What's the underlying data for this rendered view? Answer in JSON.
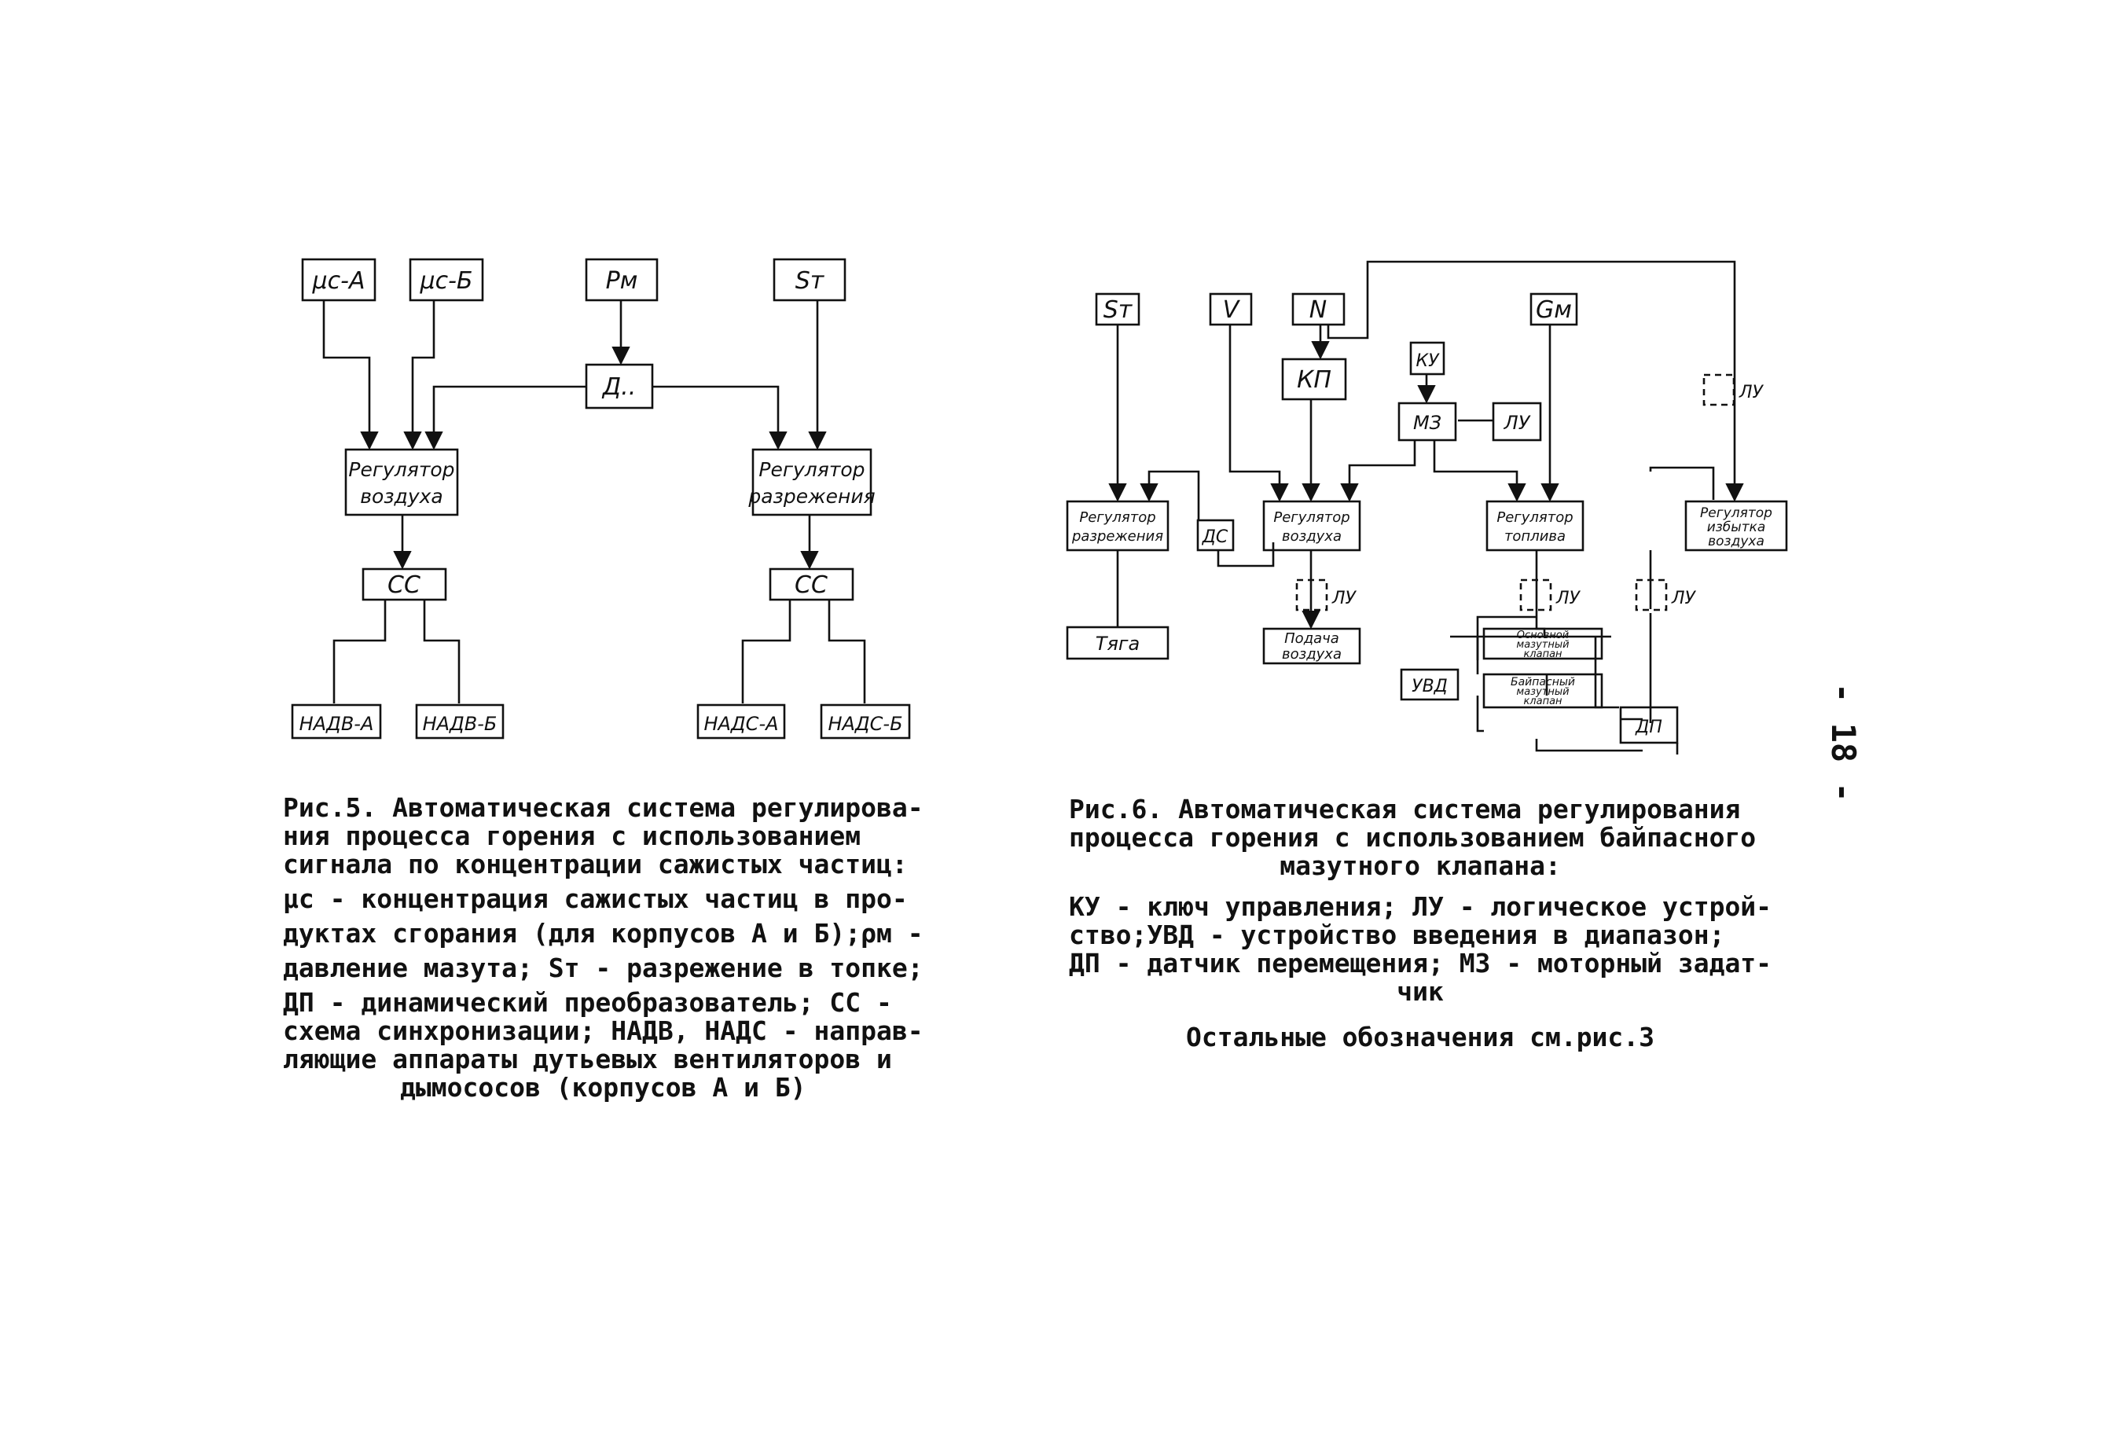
{
  "fig5": {
    "blocks": {
      "mu_a": "μс-А",
      "mu_b": "μс-Б",
      "pm": "Pм",
      "st": "Sт",
      "dp": "Д..",
      "reg_air_1": "Регулятор",
      "reg_air_2": "воздуха",
      "reg_rar_1": "Регулятор",
      "reg_rar_2": "разрежения",
      "cc_left": "СС",
      "cc_right": "СС",
      "nadv_a": "НАДВ-А",
      "nadv_b": "НАДВ-Б",
      "nads_a": "НАДС-А",
      "nads_b": "НАДС-Б"
    },
    "caption": [
      "Рис.5. Автоматическая система регулирова-",
      "ния процесса горения с использованием",
      "сигнала по концентрации сажистых частиц:",
      "μс - концентрация сажистых частиц в про-",
      "дуктах сгорания (для корпусов А и Б);ρм -",
      "давление мазута; Sт - разрежение в топке;",
      "ДП - динамический преобразователь; СС -",
      "схема синхронизации; НАДВ, НАДС - направ-",
      "ляющие аппараты дутьевых вентиляторов и",
      "дымососов (корпусов А и Б)"
    ]
  },
  "fig6": {
    "blocks": {
      "st": "Sт",
      "v": "V",
      "n": "N",
      "gm": "Gм",
      "kp": "КП",
      "ku": "КУ",
      "mz": "МЗ",
      "lu_top": "ЛУ",
      "ds": "ДС",
      "reg_rar_1": "Регулятор",
      "reg_rar_2": "разрежения",
      "reg_air_1": "Регулятор",
      "reg_air_2": "воздуха",
      "reg_fuel_1": "Регулятор",
      "reg_fuel_2": "топлива",
      "reg_ex_1": "Регулятор",
      "reg_ex_2": "избытка",
      "reg_ex_3": "воздуха",
      "lu1": "ЛУ",
      "lu2": "ЛУ",
      "lu3": "ЛУ",
      "lu4": "ЛУ",
      "tyaga": "Тяга",
      "air_feed_1": "Подача",
      "air_feed_2": "воздуха",
      "uvd": "УВД",
      "valve1_1": "Основной",
      "valve1_2": "мазутный",
      "valve1_3": "клапан",
      "valve2_1": "Байпасный",
      "valve2_2": "мазутный",
      "valve2_3": "клапан",
      "dp": "ДП"
    },
    "caption_title": [
      "Рис.6. Автоматическая система регулирования",
      "процесса горения с использованием байпасного",
      "мазутного клапана:"
    ],
    "caption_body": [
      "КУ - ключ управления; ЛУ - логическое устрой-",
      "ство;УВД - устройство введения в диапазон;",
      "ДП - датчик перемещения; МЗ - моторный задат-",
      "чик"
    ],
    "caption_note": "Остальные обозначения см.рис.3"
  },
  "page_number": "- 18 -"
}
